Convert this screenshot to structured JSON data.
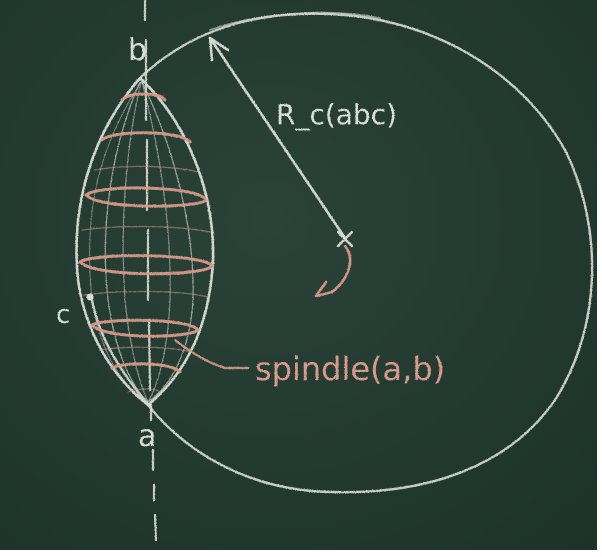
{
  "labels": {
    "point_b": "b",
    "point_a": "a",
    "point_c": "c",
    "radius_label": "R_c(abc)",
    "spindle_label": "spindle(a,b)"
  },
  "colors": {
    "board": "#22392f",
    "chalk_white": "#d9ddd5",
    "chalk_pink": "#d79a8b",
    "frame": "#ffffff"
  }
}
